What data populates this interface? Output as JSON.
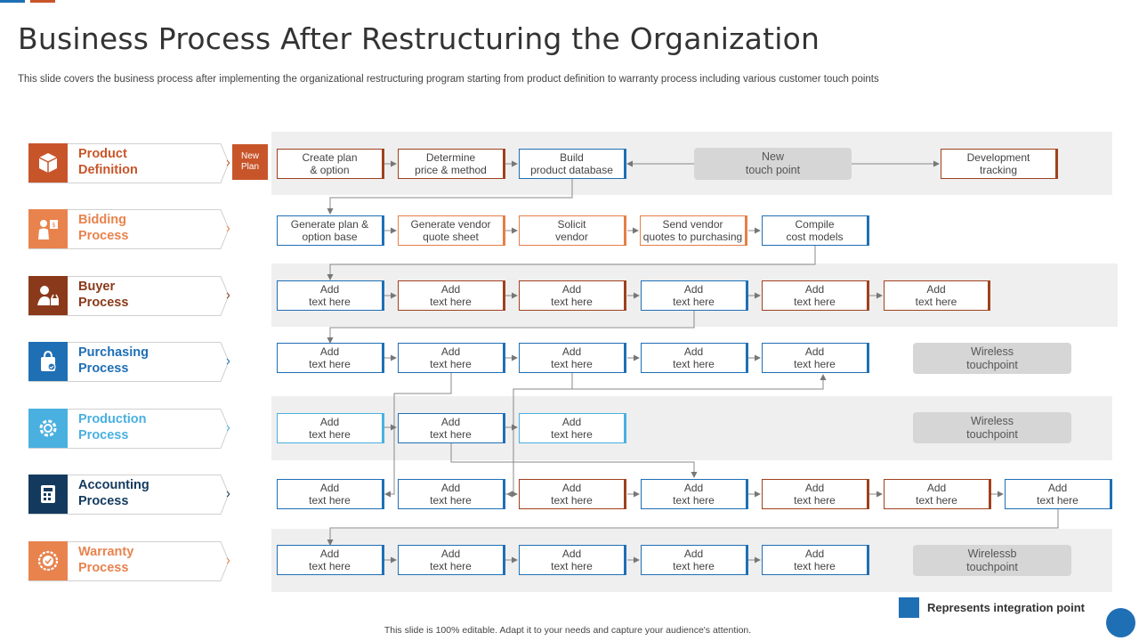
{
  "header": {
    "title": "Business Process After Restructuring the Organization",
    "subtitle": "This slide covers the business process after implementing the organizational restructuring program starting from product definition to warranty process including various customer touch points"
  },
  "stages": [
    {
      "label": "Product\nDefinition",
      "color": "#c8552a",
      "icon": "cube-icon"
    },
    {
      "label": "Bidding\nProcess",
      "color": "#e8834e",
      "icon": "person-presenting-icon"
    },
    {
      "label": "Buyer\nProcess",
      "color": "#8a3a1a",
      "icon": "shopping-basket-user-icon"
    },
    {
      "label": "Purchasing\nProcess",
      "color": "#1f6fb5",
      "icon": "shopping-bag-icon"
    },
    {
      "label": "Production\nProcess",
      "color": "#4ab0e0",
      "icon": "gear-icon"
    },
    {
      "label": "Accounting\nProcess",
      "color": "#133a5e",
      "icon": "calculator-icon"
    },
    {
      "label": "Warranty\nProcess",
      "color": "#e8834e",
      "icon": "warranty-badge-icon"
    }
  ],
  "new_plan_label": "New\nPlan",
  "rows": {
    "r1": [
      "Create plan\n& option",
      "Determine\nprice & method",
      "Build\nproduct database",
      "Development\ntracking"
    ],
    "r1_touch": "New\ntouch point",
    "r2": [
      "Generate plan &\noption base",
      "Generate vendor\nquote sheet",
      "Solicit\nvendor",
      "Send vendor\nquotes to purchasing",
      "Compile\ncost models"
    ],
    "add_text": "Add\ntext here",
    "r4_touch": "Wireless\ntouchpoint",
    "r5_touch": "Wireless\ntouchpoint",
    "r7_touch": "Wirelessb\ntouchpoint"
  },
  "legend": {
    "label": "Represents  integration point",
    "color": "#1f6fb5"
  },
  "footer": "This slide is 100% editable. Adapt it to your needs and capture your audience's attention."
}
